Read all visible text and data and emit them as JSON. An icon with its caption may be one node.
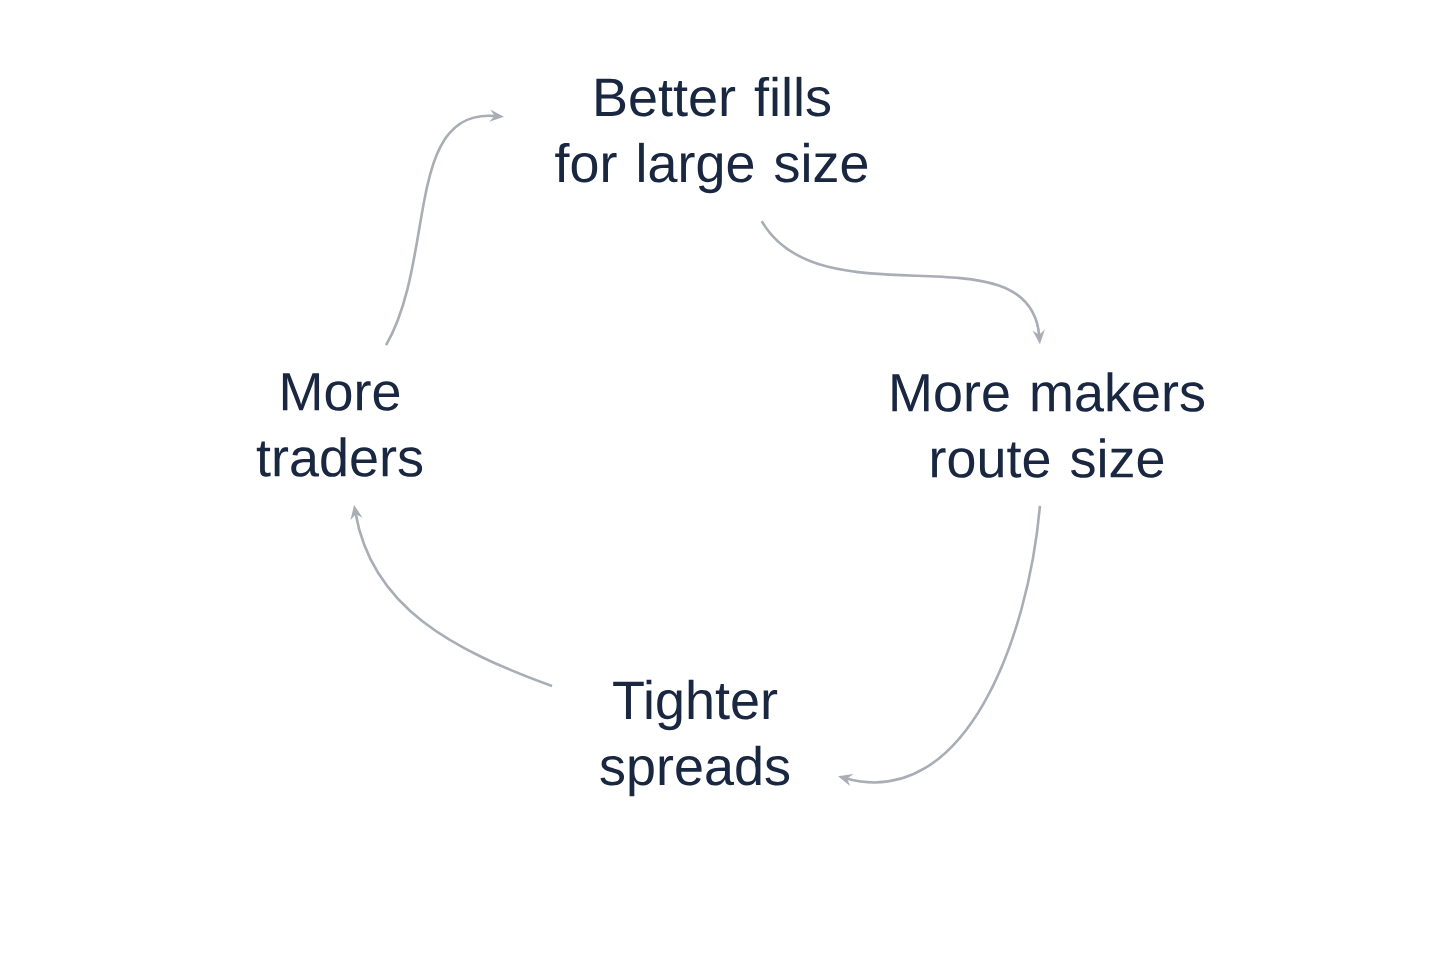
{
  "diagram": {
    "nodes": [
      {
        "text": [
          "Better fills for large size"
        ]
      },
      {
        "text": [
          "More makers route size"
        ]
      },
      {
        "text": [
          "Tighter spreads"
        ]
      },
      {
        "text": [
          "More traders"
        ]
      }
    ],
    "edges": [
      {
        "from": 0,
        "to": 1,
        "arrow": "to"
      },
      {
        "from": 1,
        "to": 2,
        "arrow": "to"
      },
      {
        "from": 2,
        "to": 3,
        "arrow": "to"
      },
      {
        "from": 3,
        "to": 0,
        "arrow": "to"
      }
    ]
  }
}
